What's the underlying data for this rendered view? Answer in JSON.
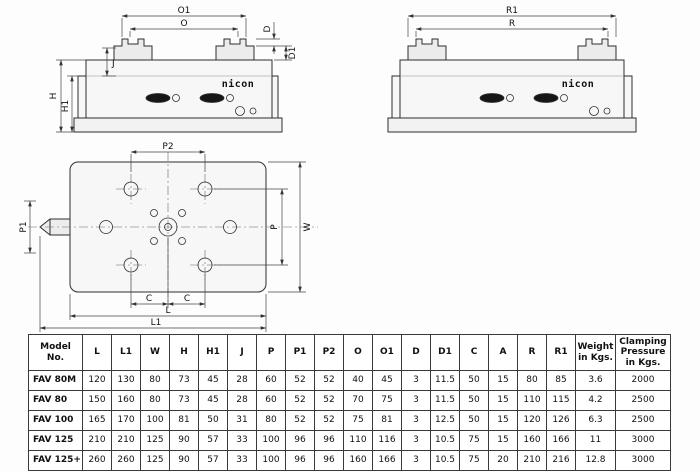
{
  "drawings": {
    "brand": "nicon",
    "front": {
      "o1": "O1",
      "o": "O",
      "d": "D",
      "d1": "D1",
      "j": "J",
      "h": "H",
      "h1": "H1"
    },
    "side": {
      "r1": "R1",
      "r": "R"
    },
    "top": {
      "p2": "P2",
      "p1": "P1",
      "p": "P",
      "w": "W",
      "c_left": "C",
      "c_right": "C",
      "l": "L",
      "l1": "L1"
    }
  },
  "table": {
    "headers": [
      "Model No.",
      "L",
      "L1",
      "W",
      "H",
      "H1",
      "J",
      "P",
      "P1",
      "P2",
      "O",
      "O1",
      "D",
      "D1",
      "C",
      "A",
      "R",
      "R1",
      "Weight in Kgs.",
      "Clamping Pressure in Kgs."
    ],
    "rows": [
      [
        "FAV 80M",
        "120",
        "130",
        "80",
        "73",
        "45",
        "28",
        "60",
        "52",
        "52",
        "40",
        "45",
        "3",
        "11.5",
        "50",
        "15",
        "80",
        "85",
        "3.6",
        "2000"
      ],
      [
        "FAV 80",
        "150",
        "160",
        "80",
        "73",
        "45",
        "28",
        "60",
        "52",
        "52",
        "70",
        "75",
        "3",
        "11.5",
        "50",
        "15",
        "110",
        "115",
        "4.2",
        "2500"
      ],
      [
        "FAV 100",
        "165",
        "170",
        "100",
        "81",
        "50",
        "31",
        "80",
        "52",
        "52",
        "75",
        "81",
        "3",
        "12.5",
        "50",
        "15",
        "120",
        "126",
        "6.3",
        "2500"
      ],
      [
        "FAV 125",
        "210",
        "210",
        "125",
        "90",
        "57",
        "33",
        "100",
        "96",
        "96",
        "110",
        "116",
        "3",
        "10.5",
        "75",
        "15",
        "160",
        "166",
        "11",
        "3000"
      ],
      [
        "FAV 125+",
        "260",
        "260",
        "125",
        "90",
        "57",
        "33",
        "100",
        "96",
        "96",
        "160",
        "166",
        "3",
        "10.5",
        "75",
        "20",
        "210",
        "216",
        "12.8",
        "3000"
      ]
    ]
  }
}
